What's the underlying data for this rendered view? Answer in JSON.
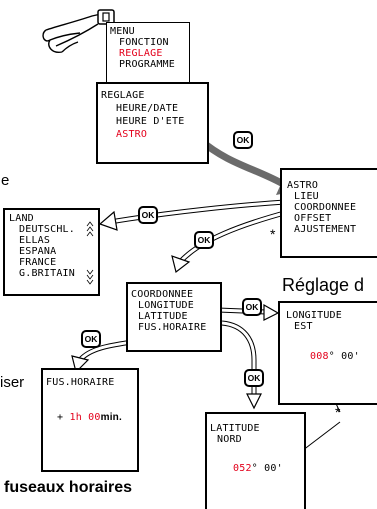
{
  "menu": {
    "title": "MENU",
    "items": [
      "FONCTION",
      "REGLAGE",
      "PROGRAMME"
    ],
    "highlight": "REGLAGE"
  },
  "reglage": {
    "title": "REGLAGE",
    "items": [
      "HEURE/DATE",
      "HEURE D'ETE",
      "ASTRO"
    ],
    "highlight": "ASTRO"
  },
  "astro": {
    "title": "ASTRO",
    "items": [
      "LIEU",
      "COORDONNEE",
      "OFFSET",
      "AJUSTEMENT"
    ],
    "star": "*"
  },
  "land": {
    "title": "LAND",
    "items": [
      "DEUTSCHL.",
      "ELLAS",
      "ESPANA",
      "FRANCE",
      "G.BRITAIN"
    ]
  },
  "coordonnee": {
    "title": "COORDONNEE",
    "items": [
      "LONGITUDE",
      "LATITUDE",
      "FUS.HORAIRE"
    ]
  },
  "longitude": {
    "title": "LONGITUDE",
    "dir": "EST",
    "value": "008",
    "deg": "°",
    "min": "00'"
  },
  "latitude": {
    "title": "LATITUDE",
    "dir": "NORD",
    "value": "052",
    "deg": "°",
    "min": "00'"
  },
  "fushoraire": {
    "title": "FUS.HORAIRE",
    "sign": "+",
    "hours": "1h",
    "minutes": "00",
    "unit": "min."
  },
  "ok_label": "OK",
  "star": "*",
  "text": {
    "edge_e": "e",
    "reglage_partial": "Réglage d",
    "iser_partial": "iser",
    "fuseaux": "fuseaux horaires"
  },
  "colors": {
    "accent_red": "#e3001b",
    "arrow_gray": "#6b6b6b"
  }
}
